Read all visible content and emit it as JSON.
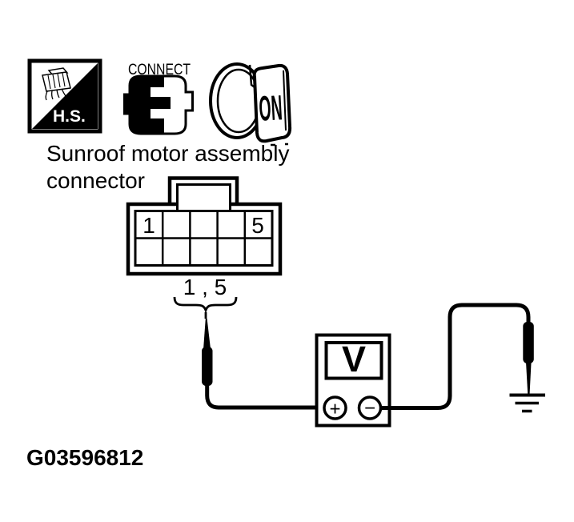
{
  "page": {
    "background_color": "#ffffff",
    "ink_color": "#000000"
  },
  "header_icons": {
    "hs_badge_label": "H.S.",
    "connect_badge_label": "CONNECT",
    "ignition_badge_label": "ON"
  },
  "caption": {
    "line1": "Sunroof motor assembly",
    "line2": "connector"
  },
  "connector": {
    "columns": 5,
    "rows": 2,
    "pin_label_first": "1",
    "pin_label_last": "5",
    "tested_pins_label": "1 , 5"
  },
  "voltmeter": {
    "display_label": "V",
    "positive_terminal": "+",
    "negative_terminal": "−"
  },
  "figure_id": "G03596812"
}
